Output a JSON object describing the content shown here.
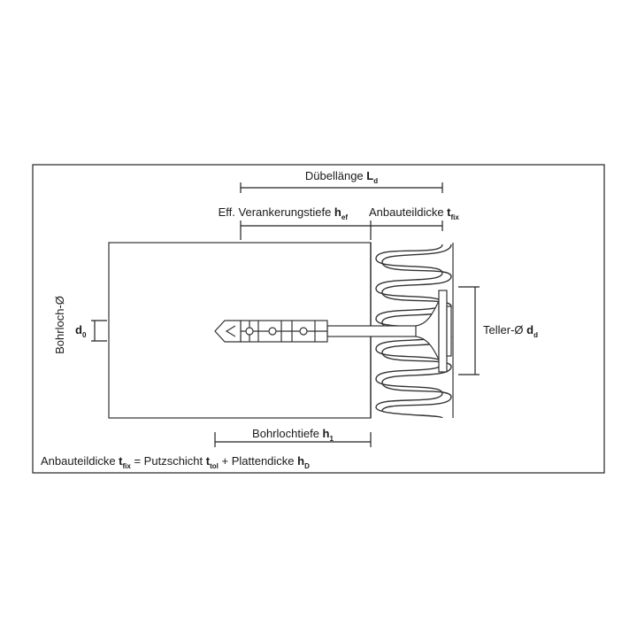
{
  "labels": {
    "duebellaenge": {
      "text": "Dübellänge ",
      "sym": "L",
      "sub": "d"
    },
    "verankerung": {
      "text": "Eff. Verankerungstiefe ",
      "sym": "h",
      "sub": "ef"
    },
    "anbauteil": {
      "text": "Anbauteildicke ",
      "sym": "t",
      "sub": "fix"
    },
    "teller": {
      "text": "Teller-Ø ",
      "sym": "d",
      "sub": "d"
    },
    "bohrloch": {
      "text": "Bohrloch-Ø"
    },
    "d0": {
      "sym": "d",
      "sub": "0"
    },
    "bohrlochtiefe": {
      "text": "Bohrlochtiefe ",
      "sym": "h",
      "sub": "1"
    },
    "formula": {
      "p1": "Anbauteildicke ",
      "s1": "t",
      "sub1": "fix",
      "p2": " = Putzschicht ",
      "s2": "t",
      "sub2": "tol",
      "p3": " + Plattendicke ",
      "s3": "h",
      "sub3": "D"
    }
  }
}
